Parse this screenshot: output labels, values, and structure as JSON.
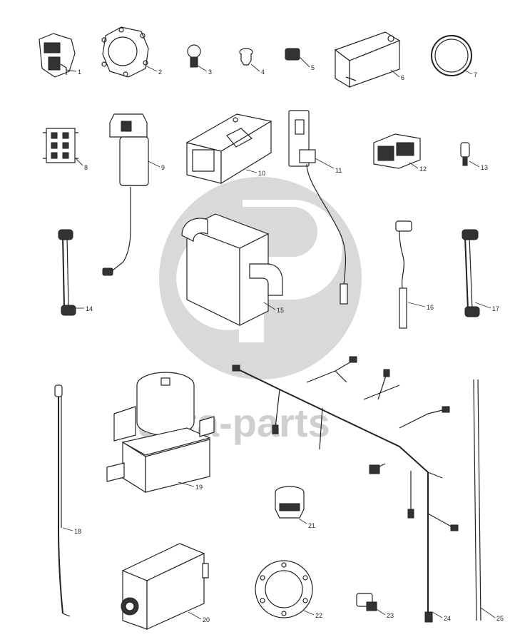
{
  "watermark": {
    "text": "data-parts"
  },
  "parts": [
    {
      "number": "1"
    },
    {
      "number": "2"
    },
    {
      "number": "3"
    },
    {
      "number": "4"
    },
    {
      "number": "5"
    },
    {
      "number": "6"
    },
    {
      "number": "7"
    },
    {
      "number": "8"
    },
    {
      "number": "9"
    },
    {
      "number": "10"
    },
    {
      "number": "11"
    },
    {
      "number": "12"
    },
    {
      "number": "13"
    },
    {
      "number": "14"
    },
    {
      "number": "15"
    },
    {
      "number": "16"
    },
    {
      "number": "17"
    },
    {
      "number": "18"
    },
    {
      "number": "19"
    },
    {
      "number": "20"
    },
    {
      "number": "21"
    },
    {
      "number": "22"
    },
    {
      "number": "23"
    },
    {
      "number": "24"
    },
    {
      "number": "25"
    }
  ]
}
